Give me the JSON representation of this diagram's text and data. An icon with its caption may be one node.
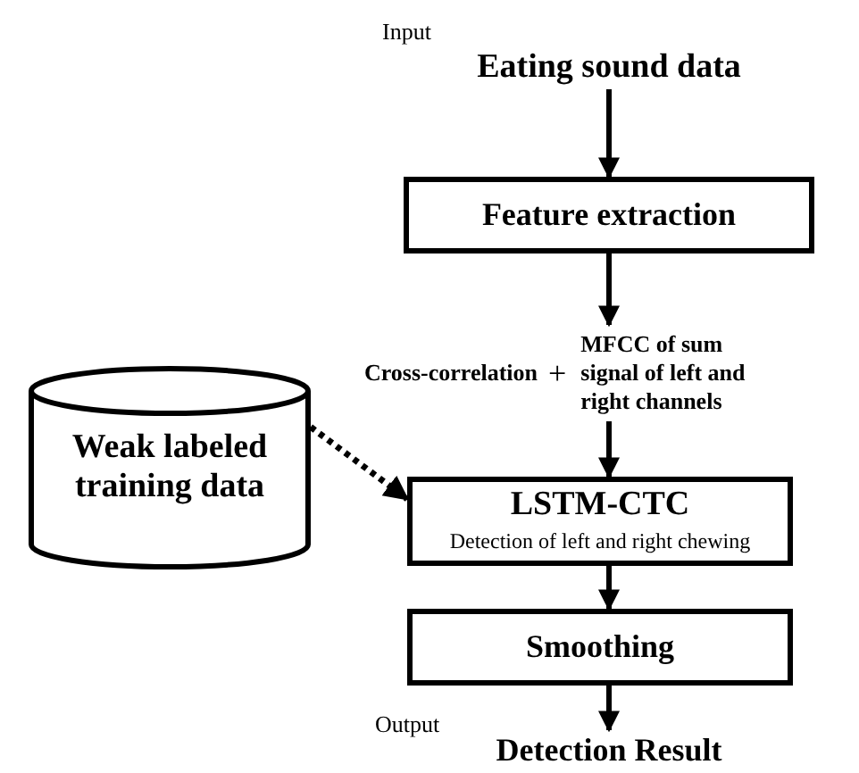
{
  "diagram": {
    "nodes": [
      {
        "text": [
          "Eating sound data"
        ],
        "beside": [
          "Input"
        ]
      },
      {
        "text": [
          "Feature extraction"
        ]
      },
      {
        "text": [
          "Cross-correlation",
          "+",
          "MFCC of sum signal of left and right channels"
        ]
      },
      {
        "text": [
          "Weak labeled training data"
        ]
      },
      {
        "text": [
          "LSTM-CTC",
          "Detection of left and right chewing"
        ]
      },
      {
        "text": [
          "Smoothing"
        ]
      },
      {
        "text": [
          "Detection Result"
        ]
      }
    ],
    "edges": [
      {
        "from": 0,
        "to": 1,
        "arrow": "to"
      },
      {
        "from": 1,
        "to": 2,
        "arrow": "to"
      },
      {
        "from": 2,
        "to": 4,
        "arrow": "to"
      },
      {
        "from": 3,
        "to": 4,
        "arrow": "to",
        "style": "dashed"
      },
      {
        "from": 4,
        "to": 5,
        "arrow": "to"
      },
      {
        "from": 5,
        "to": 6,
        "arrow": "to"
      }
    ],
    "labels": [
      "Output"
    ]
  }
}
